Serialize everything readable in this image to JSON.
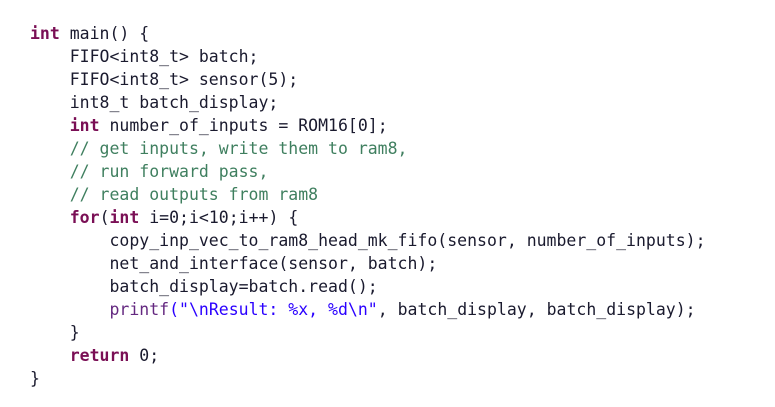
{
  "editor": {
    "lines": [
      [
        {
          "t": "int",
          "k": "keyword"
        },
        {
          "t": " main() {",
          "k": "plain"
        }
      ],
      [
        {
          "t": "    FIFO<int8_t> batch;",
          "k": "plain"
        }
      ],
      [
        {
          "t": "    FIFO<int8_t> sensor(5);",
          "k": "plain"
        }
      ],
      [
        {
          "t": "    int8_t batch_display;",
          "k": "plain"
        }
      ],
      [
        {
          "t": "    ",
          "k": "plain"
        },
        {
          "t": "int",
          "k": "keyword"
        },
        {
          "t": " number_of_inputs = ROM16[0];",
          "k": "plain"
        }
      ],
      [
        {
          "t": "    // get inputs, write them to ram8,",
          "k": "comment"
        }
      ],
      [
        {
          "t": "    // run forward pass,",
          "k": "comment"
        }
      ],
      [
        {
          "t": "    // read outputs from ram8",
          "k": "comment"
        }
      ],
      [
        {
          "t": "    ",
          "k": "plain"
        },
        {
          "t": "for",
          "k": "keyword"
        },
        {
          "t": "(",
          "k": "plain"
        },
        {
          "t": "int",
          "k": "keyword"
        },
        {
          "t": " i=0;i<10;i++) {",
          "k": "plain"
        }
      ],
      [
        {
          "t": "        copy_inp_vec_to_ram8_head_mk_fifo(sensor, number_of_inputs);",
          "k": "plain"
        }
      ],
      [
        {
          "t": "        net_and_interface(sensor, batch);",
          "k": "plain"
        }
      ],
      [
        {
          "t": "        batch_display=batch.read();",
          "k": "plain"
        }
      ],
      [
        {
          "t": "        ",
          "k": "plain"
        },
        {
          "t": "printf",
          "k": "func"
        },
        {
          "t": "(\"\\nResult: %x, %d\\n\"",
          "k": "string"
        },
        {
          "t": ", batch_display, batch_display);",
          "k": "plain"
        }
      ],
      [
        {
          "t": "    }",
          "k": "plain"
        }
      ],
      [
        {
          "t": "    ",
          "k": "plain"
        },
        {
          "t": "return",
          "k": "keyword"
        },
        {
          "t": " 0;",
          "k": "plain"
        }
      ],
      [
        {
          "t": "}",
          "k": "plain"
        }
      ]
    ]
  }
}
